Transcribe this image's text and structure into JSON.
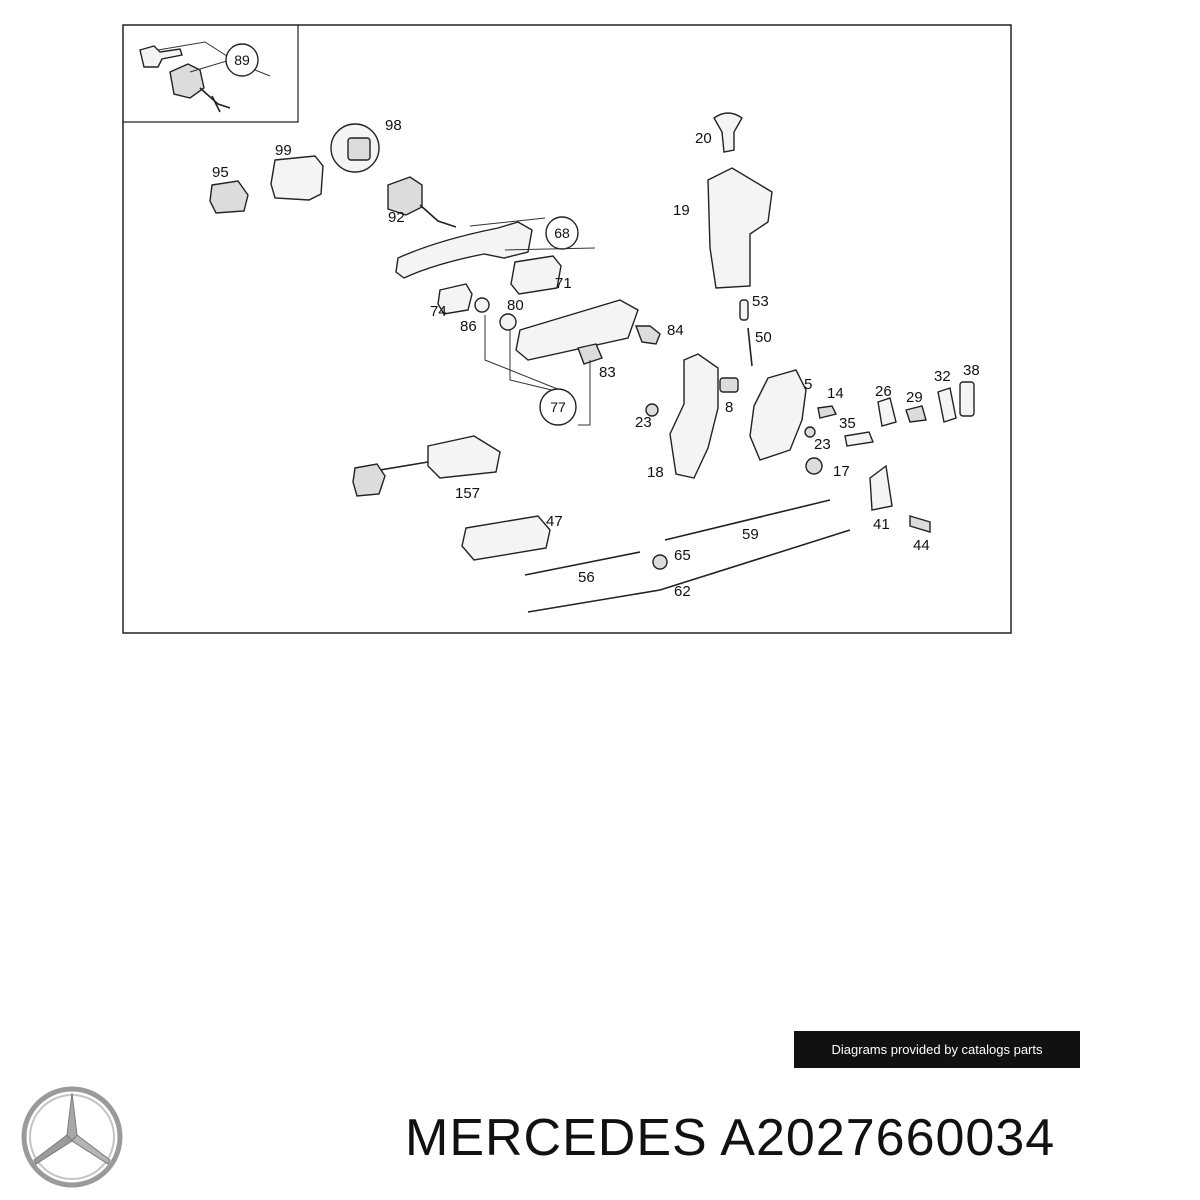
{
  "diagram": {
    "callouts": [
      "89",
      "98",
      "20",
      "99",
      "95",
      "92",
      "19",
      "68",
      "71",
      "53",
      "74",
      "80",
      "86",
      "84",
      "50",
      "83",
      "5",
      "14",
      "26",
      "32",
      "38",
      "29",
      "77",
      "8",
      "35",
      "23",
      "23",
      "18",
      "17",
      "41",
      "157",
      "47",
      "59",
      "65",
      "44",
      "56",
      "62"
    ]
  },
  "credit_text": "Diagrams provided by catalogs parts",
  "footer": {
    "brand": "MERCEDES",
    "part_number": "A2027660034",
    "logo_icon": "mercedes-star-icon"
  }
}
